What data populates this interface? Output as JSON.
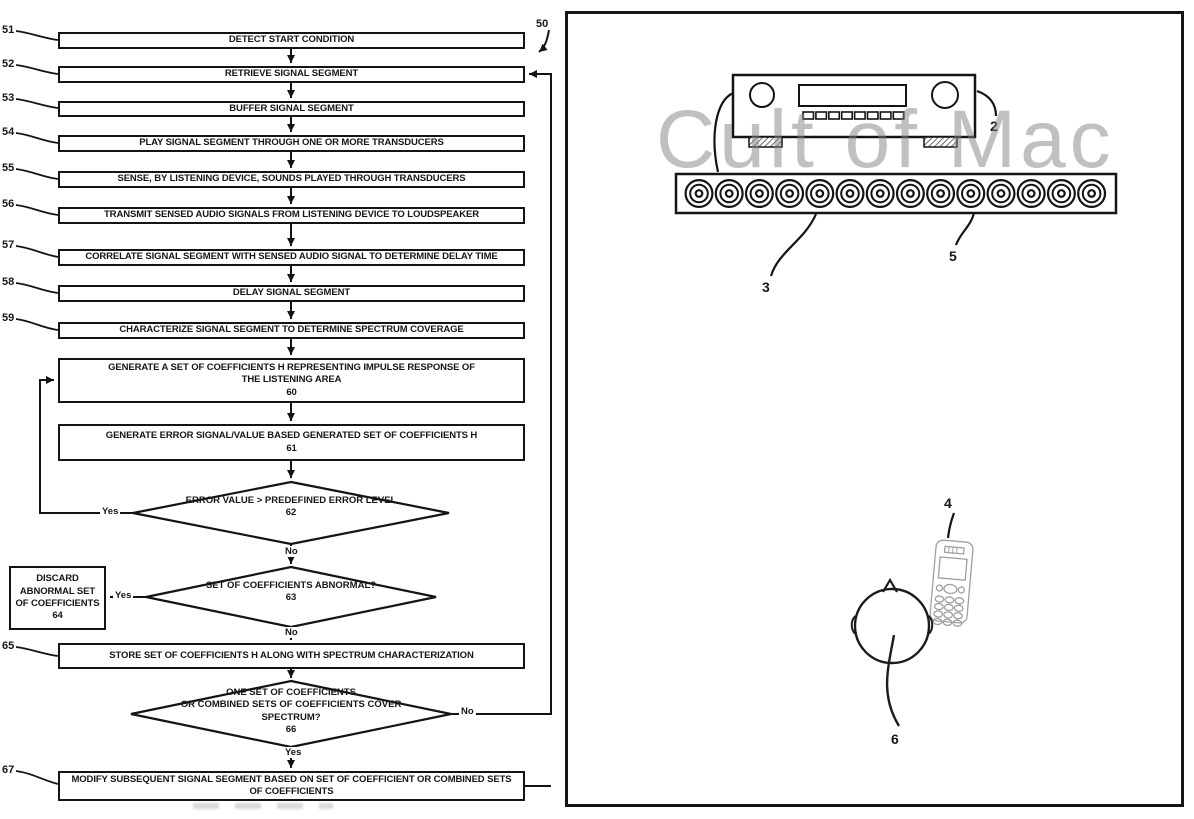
{
  "figure": {
    "watermark": "Cult of Mac",
    "flowchart": {
      "ref": "50",
      "steps": [
        {
          "id": "51",
          "label": "DETECT START CONDITION"
        },
        {
          "id": "52",
          "label": "RETRIEVE SIGNAL SEGMENT"
        },
        {
          "id": "53",
          "label": "BUFFER SIGNAL SEGMENT"
        },
        {
          "id": "54",
          "label": "PLAY SIGNAL SEGMENT THROUGH ONE OR MORE TRANSDUCERS"
        },
        {
          "id": "55",
          "label": "SENSE, BY LISTENING DEVICE, SOUNDS PLAYED THROUGH TRANSDUCERS"
        },
        {
          "id": "56",
          "label": "TRANSMIT SENSED AUDIO SIGNALS FROM LISTENING DEVICE TO LOUDSPEAKER"
        },
        {
          "id": "57",
          "label": "CORRELATE SIGNAL SEGMENT WITH SENSED AUDIO SIGNAL TO DETERMINE DELAY TIME"
        },
        {
          "id": "58",
          "label": "DELAY SIGNAL SEGMENT"
        },
        {
          "id": "59",
          "label": "CHARACTERIZE SIGNAL SEGMENT TO DETERMINE SPECTRUM COVERAGE"
        },
        {
          "id": "60",
          "label": "GENERATE A SET OF COEFFICIENTS H REPRESENTING IMPULSE RESPONSE OF THE LISTENING AREA"
        },
        {
          "id": "61",
          "label": "GENERATE ERROR SIGNAL/VALUE BASED GENERATED SET OF COEFFICIENTS H"
        },
        {
          "id": "64",
          "label": "DISCARD ABNORMAL SET OF COEFFICIENTS"
        },
        {
          "id": "65",
          "label": "STORE SET OF COEFFICIENTS H ALONG WITH SPECTRUM CHARACTERIZATION"
        },
        {
          "id": "67",
          "label": "MODIFY SUBSEQUENT SIGNAL SEGMENT BASED ON SET OF COEFFICIENT OR COMBINED SETS OF COEFFICIENTS"
        }
      ],
      "decisions": [
        {
          "id": "62",
          "label": "ERROR VALUE > PREDEFINED ERROR LEVEL",
          "yes_label": "Yes",
          "no_label": "No"
        },
        {
          "id": "63",
          "label": "SET OF COEFFICIENTS ABNORMAL?",
          "yes_label": "Yes",
          "no_label": "No"
        },
        {
          "id": "66",
          "label_lines": [
            "ONE SET OF COEFFICIENTS",
            "OR COMBINED SETS OF COEFFICIENTS COVER",
            "SPECTRUM?"
          ],
          "yes_label": "Yes",
          "no_label": "No"
        }
      ]
    },
    "device_panel": {
      "receiver_label": "2",
      "speaker_bar_label": "3",
      "phone_label": "4",
      "speaker_unit_label": "5",
      "listener_label": "6"
    }
  }
}
